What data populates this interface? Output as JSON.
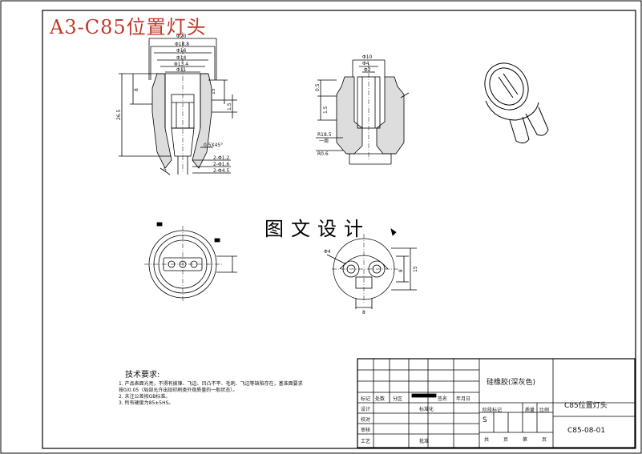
{
  "sheet_title": "A3-C85位置灯头",
  "watermark": "图文设计",
  "views": {
    "front": {
      "dims_top": [
        "Φ20",
        "Φ18.8",
        "Φ16",
        "Φ14",
        "Φ13.4",
        "Φ11"
      ],
      "dims_left": [
        "8",
        "26.5"
      ],
      "dims_right": [
        "1.5",
        "15"
      ],
      "chamfer": "0.5X45°",
      "dims_bottom": [
        "2-Φ1.2",
        "2-Φ1.6",
        "2-Φ4.5"
      ],
      "small": "5"
    },
    "side": {
      "dims_top": [
        "Φ10",
        "Φ4",
        "Φ2"
      ],
      "dims_left": [
        "0.5",
        "1.5"
      ],
      "labels": [
        "R18.5",
        "一周",
        "R0.6"
      ]
    },
    "bottom": {
      "dims_right": [
        "8",
        "15"
      ],
      "dims_left": [
        "Φ4"
      ],
      "dim_bottom": "8"
    }
  },
  "notes": {
    "title": "技术要求:",
    "items": [
      "1. 产品表面光亮，不得有披锋、飞边、凹凸不平、毛刺、飞边等缺陷存在，基准面要求",
      "   按0/0.05（局部允许出现印刷类外观质量的一般状态）。",
      "2. 未注公差按GB标准。",
      "3. 所有硬度为85±5HS。"
    ]
  },
  "title_block": {
    "material": "硅橡胶(深灰色)",
    "part_name": "C85位置灯头",
    "drawing_no": "C85-08-01",
    "row_labels": [
      "标记",
      "处数",
      "分区",
      "签名",
      "年月日"
    ],
    "standardize": "标准化",
    "design": "设计",
    "check": "校对",
    "audit": "审核",
    "craft": "工艺",
    "approve": "批准",
    "stage_mark": "阶段标记",
    "weight": "质量",
    "scale": "比例",
    "stage_s": "S",
    "sheet_info": [
      "共",
      "页",
      "第",
      "页"
    ]
  }
}
